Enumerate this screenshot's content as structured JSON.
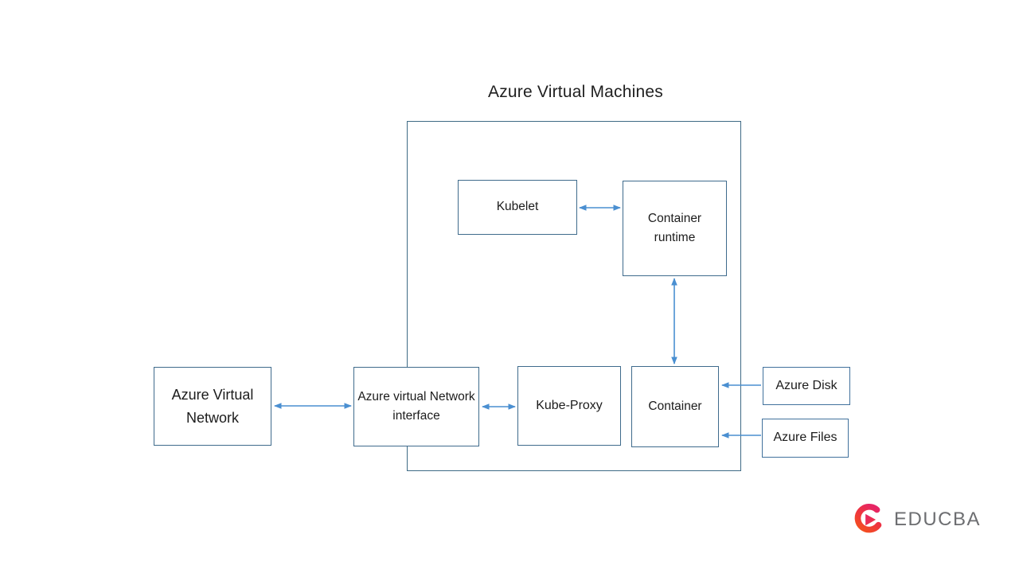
{
  "title": "Azure Virtual Machines",
  "nodes": {
    "kubelet": {
      "label": "Kubelet"
    },
    "container_runtime": {
      "label": "Container runtime"
    },
    "azure_virtual_network": {
      "label": "Azure Virtual Network"
    },
    "network_interface": {
      "label": "Azure virtual Network interface"
    },
    "kube_proxy": {
      "label": "Kube-Proxy"
    },
    "container": {
      "label": "Container"
    },
    "azure_disk": {
      "label": "Azure Disk"
    },
    "azure_files": {
      "label": "Azure Files"
    }
  },
  "edges": [
    {
      "from": "kubelet",
      "to": "container_runtime",
      "direction": "both"
    },
    {
      "from": "container_runtime",
      "to": "container",
      "direction": "both"
    },
    {
      "from": "azure_virtual_network",
      "to": "network_interface",
      "direction": "both"
    },
    {
      "from": "network_interface",
      "to": "kube_proxy",
      "direction": "both"
    },
    {
      "from": "azure_disk",
      "to": "container",
      "direction": "one-way"
    },
    {
      "from": "azure_files",
      "to": "container",
      "direction": "one-way"
    }
  ],
  "colors": {
    "box_border": "#3f6b8c",
    "outer_box_border": "#3e6a85",
    "storage_box_border": "#41719c",
    "arrow": "#4a8fd1",
    "text": "#1c1c1c",
    "logo_text": "#6d6e71",
    "logo_orange": "#f4501e",
    "logo_pink": "#e62565"
  },
  "logo": {
    "text": "EDUCBA"
  }
}
